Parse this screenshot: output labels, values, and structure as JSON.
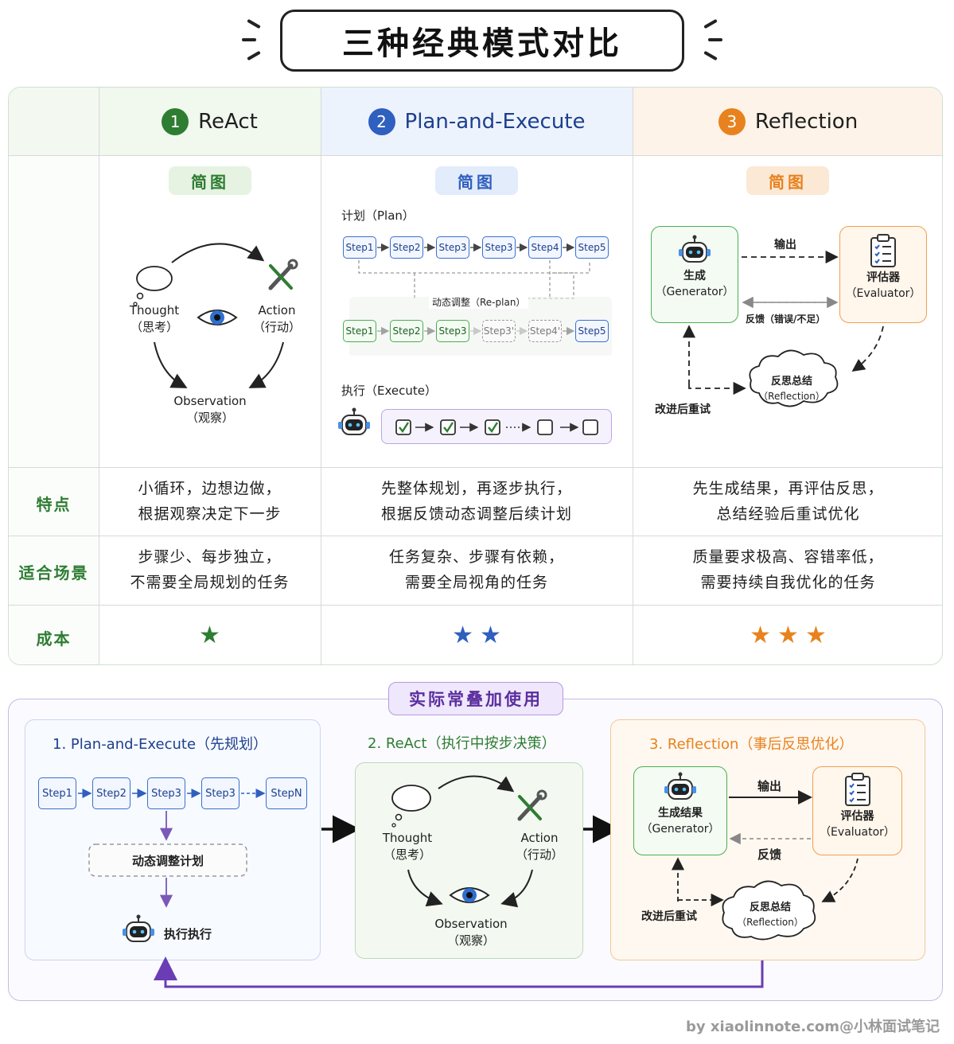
{
  "title": "三种经典模式对比",
  "columns": [
    {
      "num": "1",
      "name": "ReAct",
      "color": "#2e7d32"
    },
    {
      "num": "2",
      "name": "Plan-and-Execute",
      "color": "#2f5fbf"
    },
    {
      "num": "3",
      "name": "Reflection",
      "color": "#e8821e"
    }
  ],
  "sketch_label": "简图",
  "react": {
    "thought": "Thought",
    "thought_cn": "（思考）",
    "action": "Action",
    "action_cn": "（行动）",
    "observation": "Observation",
    "observation_cn": "（观察）"
  },
  "plan": {
    "plan_label": "计划（Plan）",
    "steps_top": [
      "Step1",
      "Step2",
      "Step3",
      "Step3",
      "Step4",
      "Step5"
    ],
    "replan": "动态调整（Re-plan）",
    "steps_bottom": [
      "Step1",
      "Step2",
      "Step3",
      "Step3'",
      "Step4'",
      "Step5"
    ],
    "execute_label": "执行（Execute）"
  },
  "reflection": {
    "output": "输出",
    "generator": "生成",
    "generator_en": "（Generator）",
    "evaluator": "评估器",
    "evaluator_en": "（Evaluator）",
    "feedback": "反馈（错误/不足）",
    "reflect": "反思总结",
    "reflect_en": "（Reflection）",
    "retry": "改进后重试"
  },
  "rows": {
    "feature_label": "特点",
    "scenario_label": "适合场景",
    "cost_label": "成本",
    "feature": [
      [
        "小循环，边想边做，",
        "根据观察决定下一步"
      ],
      [
        "先整体规划，再逐步执行，",
        "根据反馈动态调整后续计划"
      ],
      [
        "先生成结果，再评估反思，",
        "总结经验后重试优化"
      ]
    ],
    "scenario": [
      [
        "步骤少、每步独立，",
        "不需要全局规划的任务"
      ],
      [
        "任务复杂、步骤有依赖，",
        "需要全局视角的任务"
      ],
      [
        "质量要求极高、容错率低，",
        "需要持续自我优化的任务"
      ]
    ],
    "cost": [
      1,
      2,
      3
    ]
  },
  "bottom": {
    "pill": "实际常叠加使用",
    "p1_title": "1. Plan-and-Execute（先规划）",
    "p1_steps": [
      "Step1",
      "Step2",
      "Step3",
      "Step3",
      "StepN"
    ],
    "p1_adjust": "动态调整计划",
    "p1_exec": "执行执行",
    "p2_title": "2. ReAct（执行中按步决策）",
    "p2_thought": "Thought",
    "p2_thought_cn": "（思考）",
    "p2_action": "Action",
    "p2_action_cn": "（行动）",
    "p2_obs": "Observation",
    "p2_obs_cn": "（观察）",
    "p3_title": "3. Reflection（事后反思优化）",
    "p3_output": "输出",
    "p3_generator": "生成结果",
    "p3_generator_en": "（Generator）",
    "p3_evaluator": "评估器",
    "p3_evaluator_en": "（Evaluator）",
    "p3_feedback": "反馈",
    "p3_reflect": "反思总结",
    "p3_reflect_en": "（Reflection）",
    "p3_retry": "改进后重试"
  },
  "footer": "by xiaolinnote.com@小林面试笔记",
  "colors": {
    "green": "#2e7d32",
    "blue": "#2f5fbf",
    "orange": "#e8821e",
    "purple": "#5b2f9e"
  }
}
